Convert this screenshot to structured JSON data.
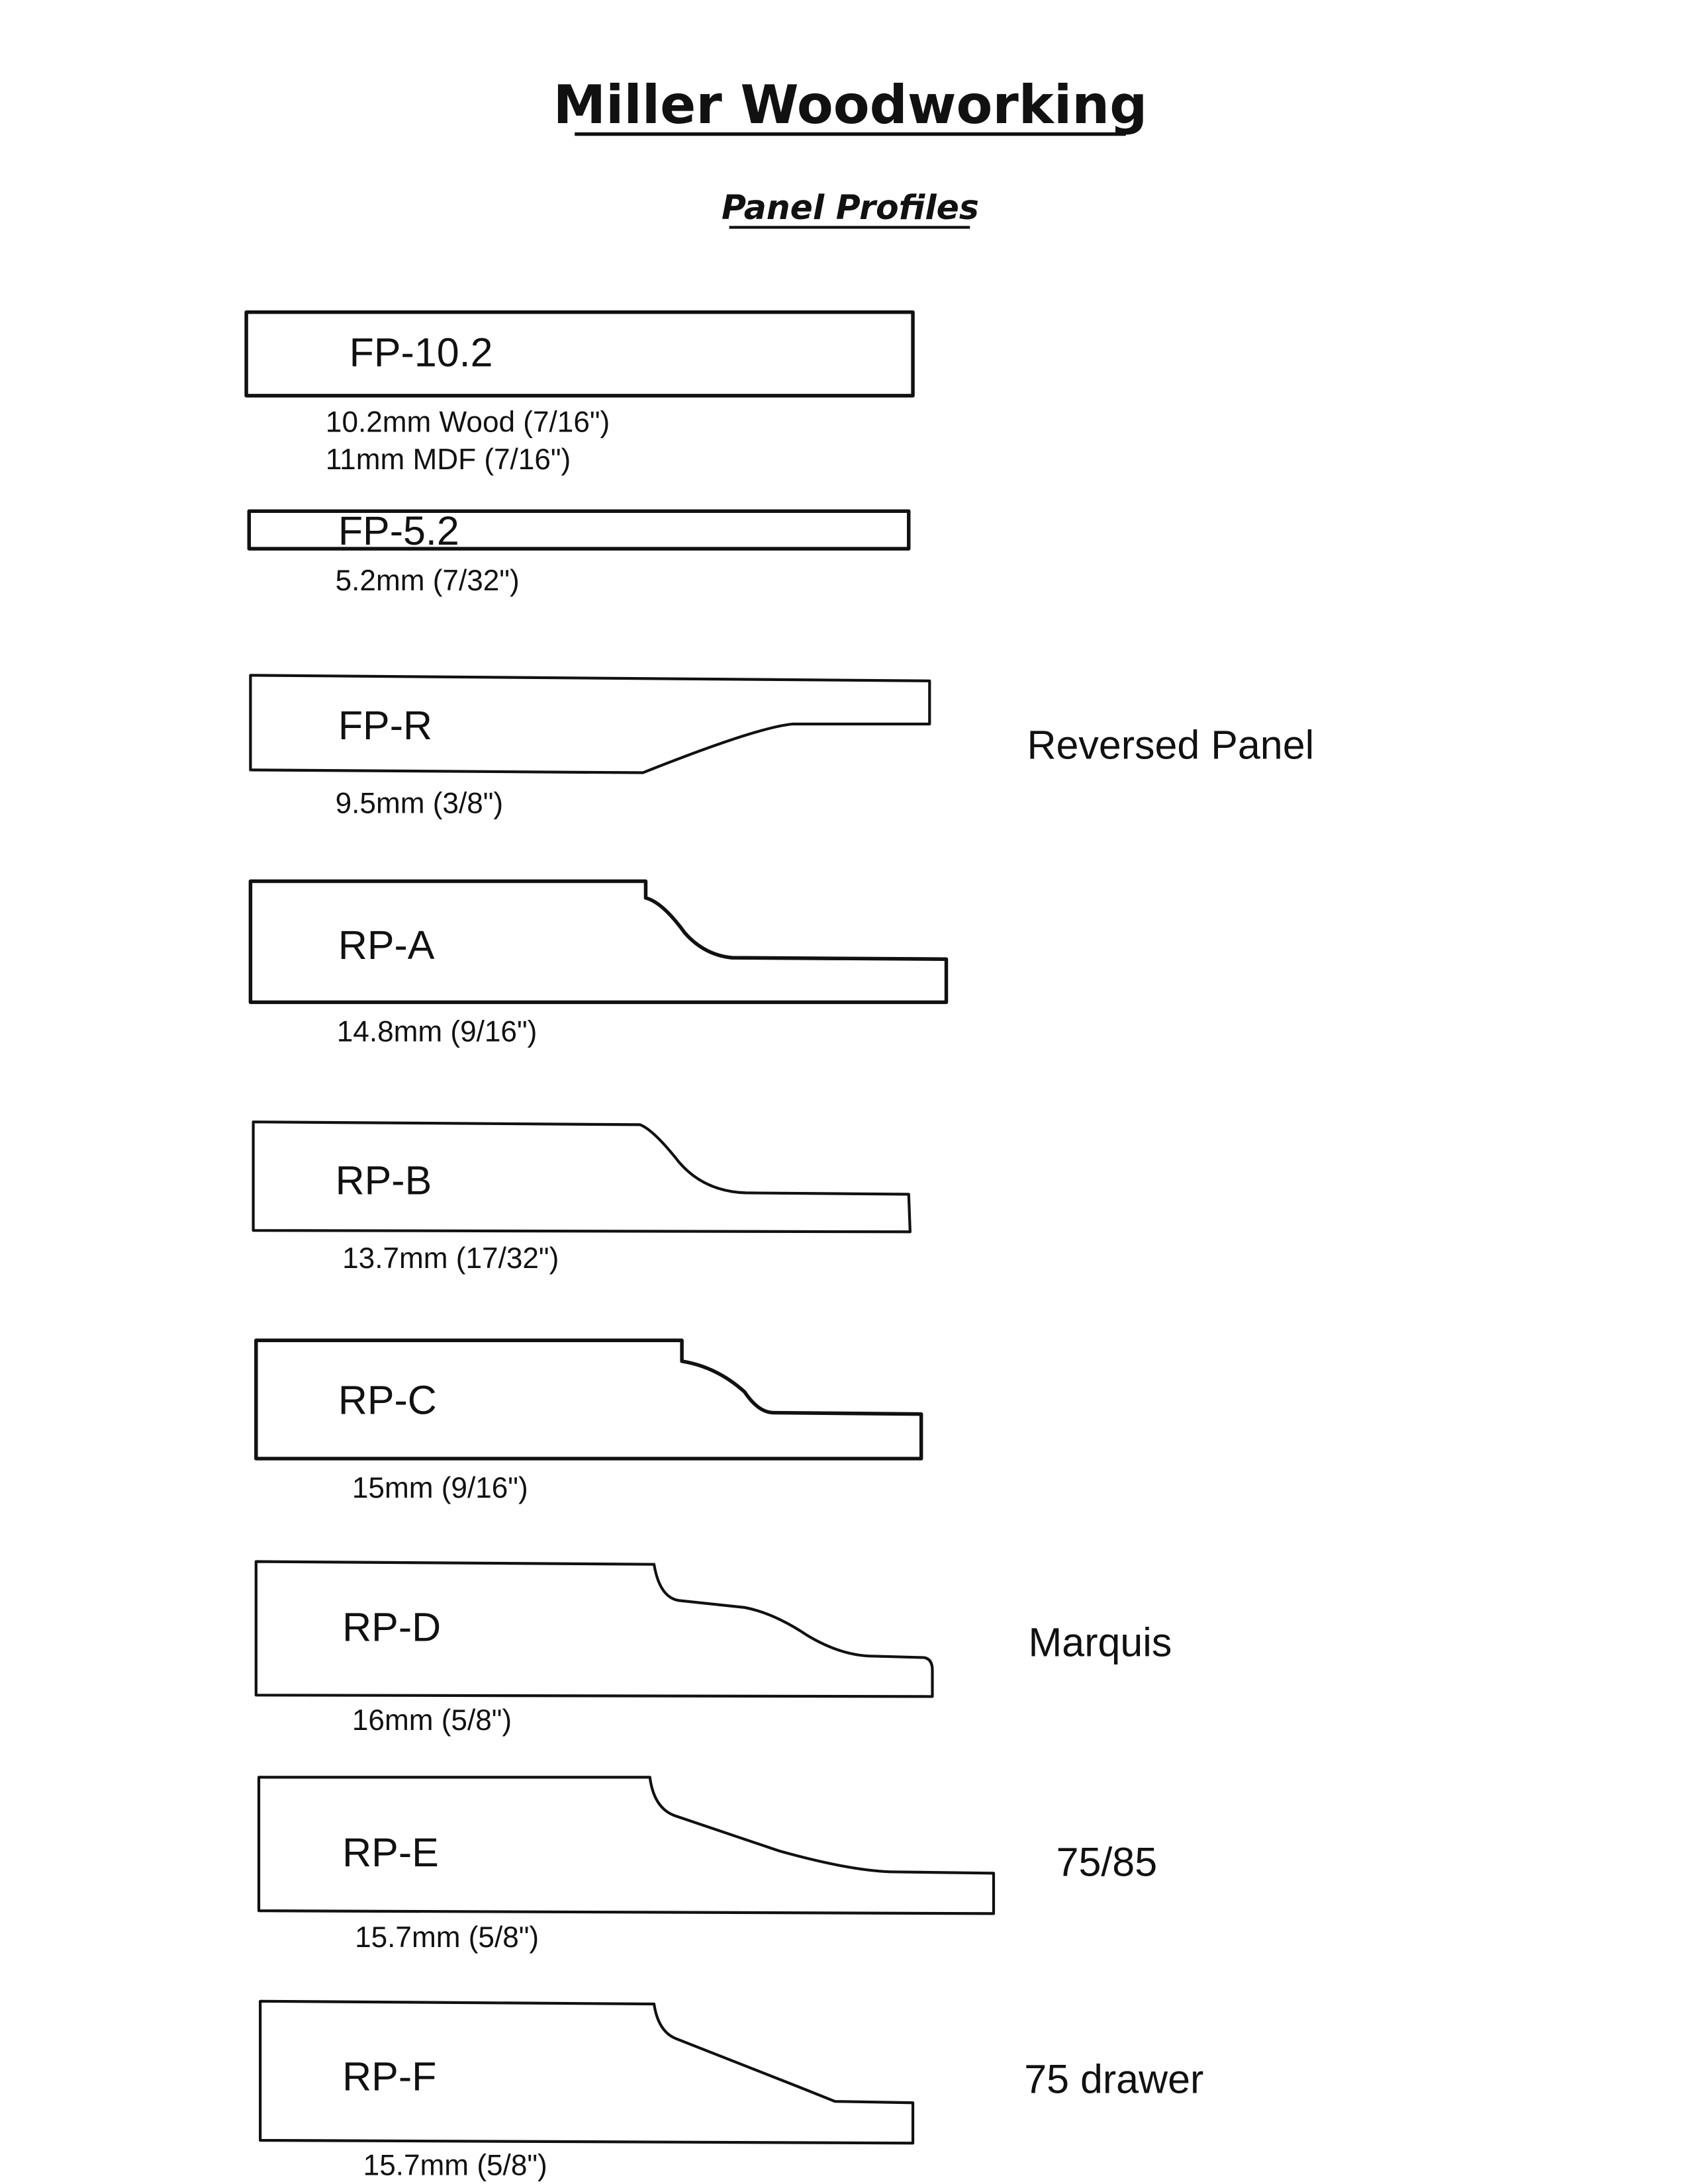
{
  "title": "Miller Woodworking",
  "subtitle": "Panel Profiles",
  "profiles": [
    {
      "code": "FP-10.2",
      "dims": [
        "10.2mm Wood (7/16\")",
        "11mm MDF (7/16\")"
      ],
      "note": ""
    },
    {
      "code": "FP-5.2",
      "dims": [
        "5.2mm (7/32\")"
      ],
      "note": ""
    },
    {
      "code": "FP-R",
      "dims": [
        "9.5mm (3/8\")"
      ],
      "note": "Reversed Panel"
    },
    {
      "code": "RP-A",
      "dims": [
        "14.8mm (9/16\")"
      ],
      "note": ""
    },
    {
      "code": "RP-B",
      "dims": [
        "13.7mm (17/32\")"
      ],
      "note": ""
    },
    {
      "code": "RP-C",
      "dims": [
        "15mm (9/16\")"
      ],
      "note": ""
    },
    {
      "code": "RP-D",
      "dims": [
        "16mm (5/8\")"
      ],
      "note": "Marquis"
    },
    {
      "code": "RP-E",
      "dims": [
        "15.7mm (5/8\")"
      ],
      "note": "75/85"
    },
    {
      "code": "RP-F",
      "dims": [
        "15.7mm (5/8\")"
      ],
      "note": "75 drawer"
    }
  ]
}
